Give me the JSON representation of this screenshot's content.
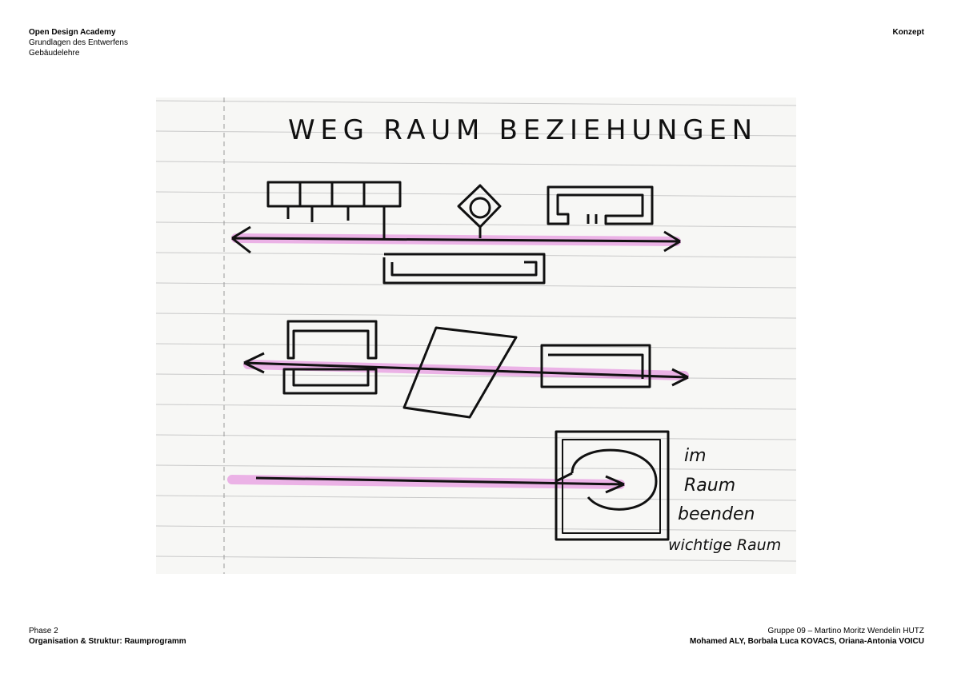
{
  "header": {
    "institution": "Open Design Academy",
    "course": "Grundlagen des Entwerfens",
    "subject": "Gebäudelehre",
    "section": "Konzept"
  },
  "footer": {
    "phase": "Phase 2",
    "topic": "Organisation & Struktur: Raumprogramm",
    "group": "Gruppe 09 – Martino Moritz Wendelin HUTZ",
    "members": "Mohamed ALY, Borbala Luca KOVACS, Oriana-Antonia VOICU"
  },
  "sketch": {
    "title": "WEG RAUM BEZIEHUNGEN",
    "note_lines": [
      "im",
      "Raum",
      "beenden",
      "wichtige Raum"
    ],
    "highlight_color": "#e070d8",
    "ink_color": "#111111"
  }
}
